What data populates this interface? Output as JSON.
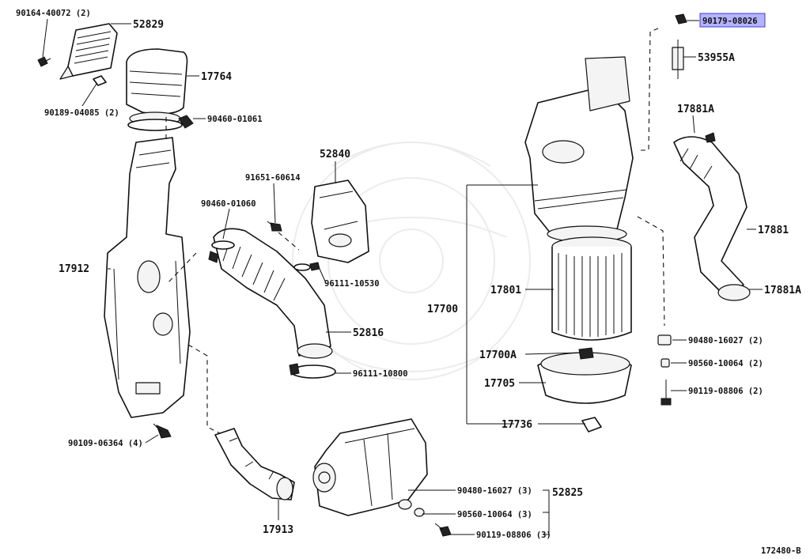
{
  "labels": {
    "p_90164_40072": "90164-40072 (2)",
    "p_52829": "52829",
    "p_17764": "17764",
    "p_90189_04085": "90189-04085 (2)",
    "p_90460_01061": "90460-01061",
    "p_52840": "52840",
    "p_91651_60614": "91651-60614",
    "p_90460_01060": "90460-01060",
    "p_17912": "17912",
    "p_96111_10530": "96111-10530",
    "p_52816": "52816",
    "p_96111_10800": "96111-10800",
    "p_90109_06364": "90109-06364 (4)",
    "p_17913": "17913",
    "p_90480_16027_3": "90480-16027 (3)",
    "p_90560_10064_3": "90560-10064 (3)",
    "p_90119_08806_3": "90119-08806 (3)",
    "p_52825": "52825",
    "p_90179_08026": "90179-08026",
    "p_53955A": "53955A",
    "p_17881A_top": "17881A",
    "p_17881": "17881",
    "p_17881A_bottom": "17881A",
    "p_17801": "17801",
    "p_17700": "17700",
    "p_17700A": "17700A",
    "p_17705": "17705",
    "p_17736": "17736",
    "p_90480_16027_2": "90480-16027 (2)",
    "p_90560_10064_2": "90560-10064 (2)",
    "p_90119_08806_2": "90119-08806 (2)"
  },
  "footer": {
    "drawing_id": "172480-B"
  },
  "colors": {
    "highlight_fill": "#b3b3ff",
    "highlight_border": "#3b3bd6",
    "line": "#111111"
  }
}
